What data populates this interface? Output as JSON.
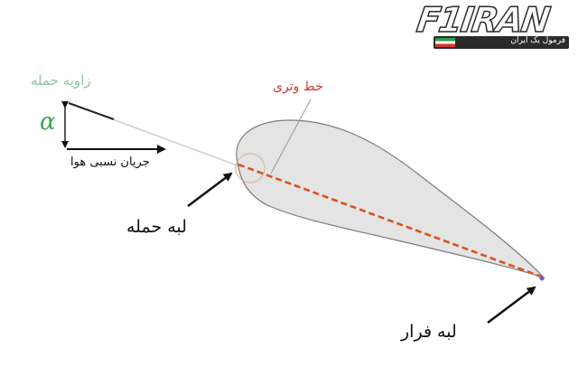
{
  "labels": {
    "angle_of_attack": "زاویه حمله",
    "alpha": "α",
    "relative_airflow": "جریان نسبی هوا",
    "chord_line": "خط وتری",
    "leading_edge": "لبه حمله",
    "trailing_edge": "لبه فرار"
  },
  "logo": {
    "text": "F1IRAN",
    "subtitle": "فرمول یک ایران"
  },
  "colors": {
    "chord": "#d9541e",
    "airfoil_fill": "#e4e4e4",
    "airfoil_stroke": "#7a7a7a",
    "angle_label": "#8cc79a",
    "alpha": "#3aa55a",
    "chord_label": "#d0392f",
    "arrow": "#111111"
  }
}
